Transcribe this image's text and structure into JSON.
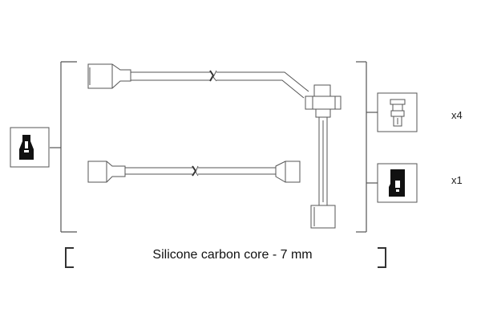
{
  "caption": "Silicone carbon core - 7 mm",
  "quantities": {
    "top": "x4",
    "bottom": "x1"
  },
  "icons": {
    "left_box": "spark-plug-boot-icon",
    "right_top_box": "coil-connector-icon",
    "right_bottom_box": "spark-plug-boot-icon"
  },
  "colors": {
    "line": "#555555",
    "fill": "#ffffff",
    "boot": "#111111"
  }
}
